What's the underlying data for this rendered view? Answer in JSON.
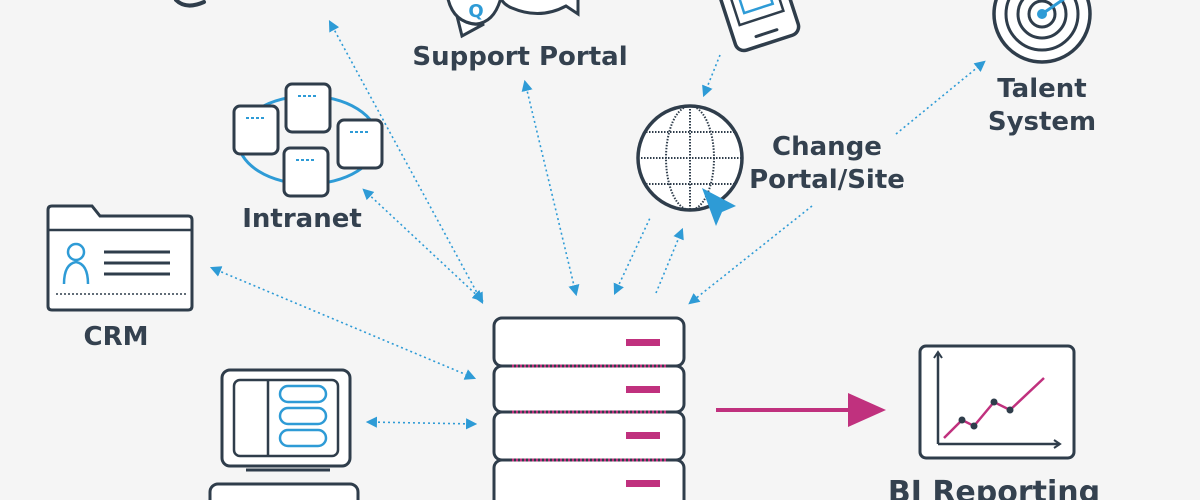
{
  "nodes": {
    "support_portal": {
      "label": "Support Portal",
      "glyph": "Q"
    },
    "intranet": {
      "label": "Intranet"
    },
    "crm": {
      "label": "CRM"
    },
    "change_portal": {
      "label_line1": "Change",
      "label_line2": "Portal/Site"
    },
    "talent_system": {
      "label_line1": "Talent",
      "label_line2": "System"
    },
    "bi_reporting": {
      "label": "BI Reporting"
    }
  },
  "colors": {
    "background": "#f5f5f5",
    "outline": "#2f3d4b",
    "connector": "#2e9bd6",
    "accent": "#c0317e",
    "fill": "#ffffff",
    "label": "#34414f"
  },
  "icons": [
    "chat-bubbles-icon",
    "smartphone-icon",
    "target-icon",
    "intranet-network-icon",
    "globe-icon",
    "cursor-icon",
    "crm-folder-icon",
    "person-icon",
    "desktop-database-icon",
    "server-stack-icon",
    "line-chart-icon"
  ]
}
